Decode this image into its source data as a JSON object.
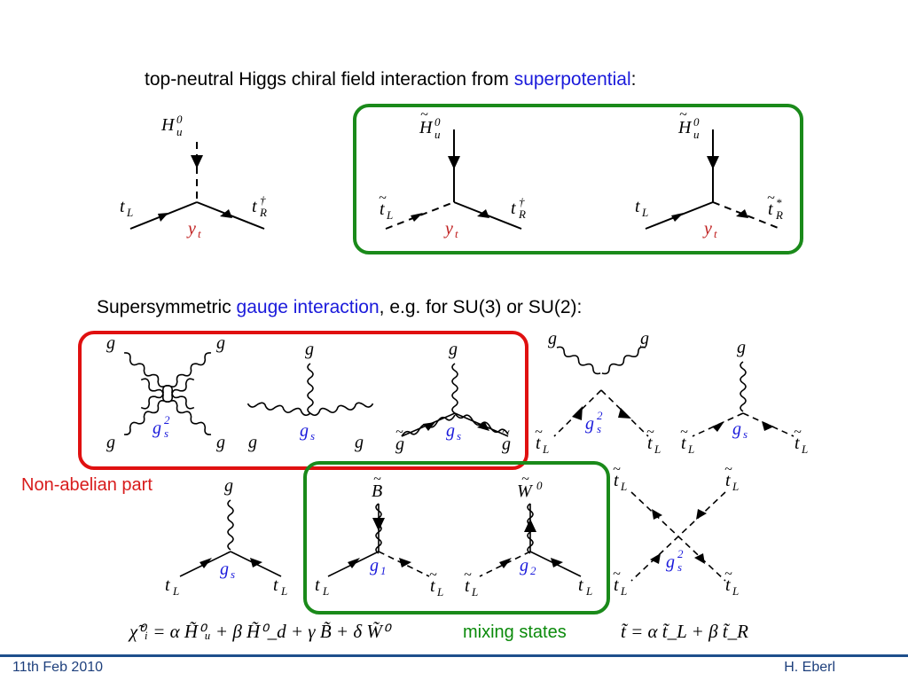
{
  "slide": {
    "title_prefix": "top-neutral Higgs chiral field interaction from ",
    "title_link": "superpotential",
    "title_suffix": ":",
    "section2_prefix": "Supersymmetric ",
    "section2_link": "gauge interaction",
    "section2_suffix": ", e.g. for SU(3) or SU(2):",
    "non_abelian_label": "Non-abelian part",
    "mixing_label": "mixing states",
    "formula_neutralino": "χ̃⁰ᵢ = α H̃⁰ᵤ + β H̃⁰_d + γ B̃ + δ W̃⁰",
    "formula_stop": "t̃ = α t̃_L + β t̃_R"
  },
  "labels": {
    "Hu0": "H",
    "Hu0_sup": "0",
    "Hu0_sub": "u",
    "tL": "t",
    "L": "L",
    "R": "R",
    "dagger": "†",
    "star": "*",
    "yt": "y",
    "yt_sub": "t",
    "g": "g",
    "gs": "g",
    "s": "s",
    "two": "2",
    "g1": "g",
    "one": "1",
    "g2": "g",
    "B": "B",
    "W": "W",
    "zero": "0"
  },
  "footer": {
    "date": "11th Feb 2010",
    "author": "H. Eberl"
  },
  "colors": {
    "blue": "#1a1adb",
    "green_frame": "#1a8a1a",
    "red_frame": "#e01010",
    "coupling_red": "#c02020",
    "footer_blue": "#1d4f8c"
  }
}
